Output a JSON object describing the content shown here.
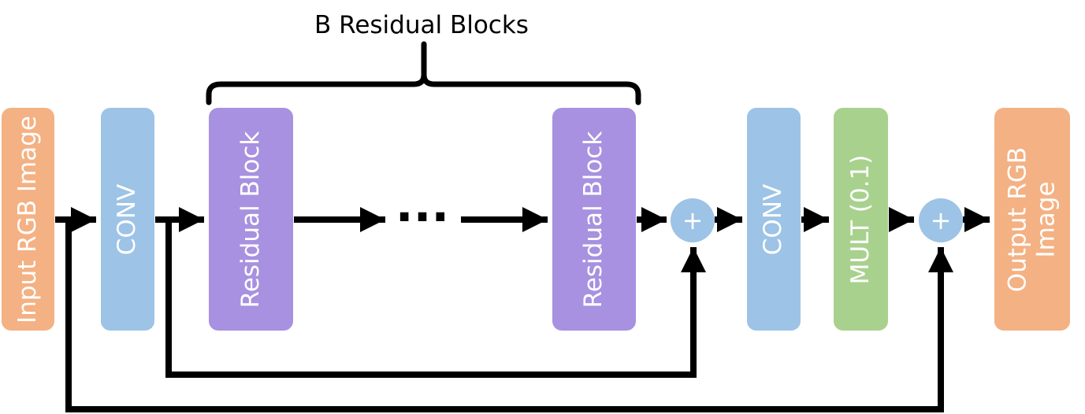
{
  "title": "B Residual Blocks",
  "ellipsis": "···",
  "sum_symbol": "+",
  "blocks": {
    "input": "Input RGB Image",
    "conv1": "CONV",
    "residual1": "Residual Block",
    "residual2": "Residual Block",
    "conv2": "CONV",
    "mult": "MULT (0.1)",
    "output": "Output RGB\nImage"
  },
  "colors": {
    "io": "#f4b183",
    "conv": "#9dc3e6",
    "residual": "#a791e0",
    "mult": "#a9d18e",
    "sum": "#9dc3e6",
    "wire": "#000000"
  }
}
